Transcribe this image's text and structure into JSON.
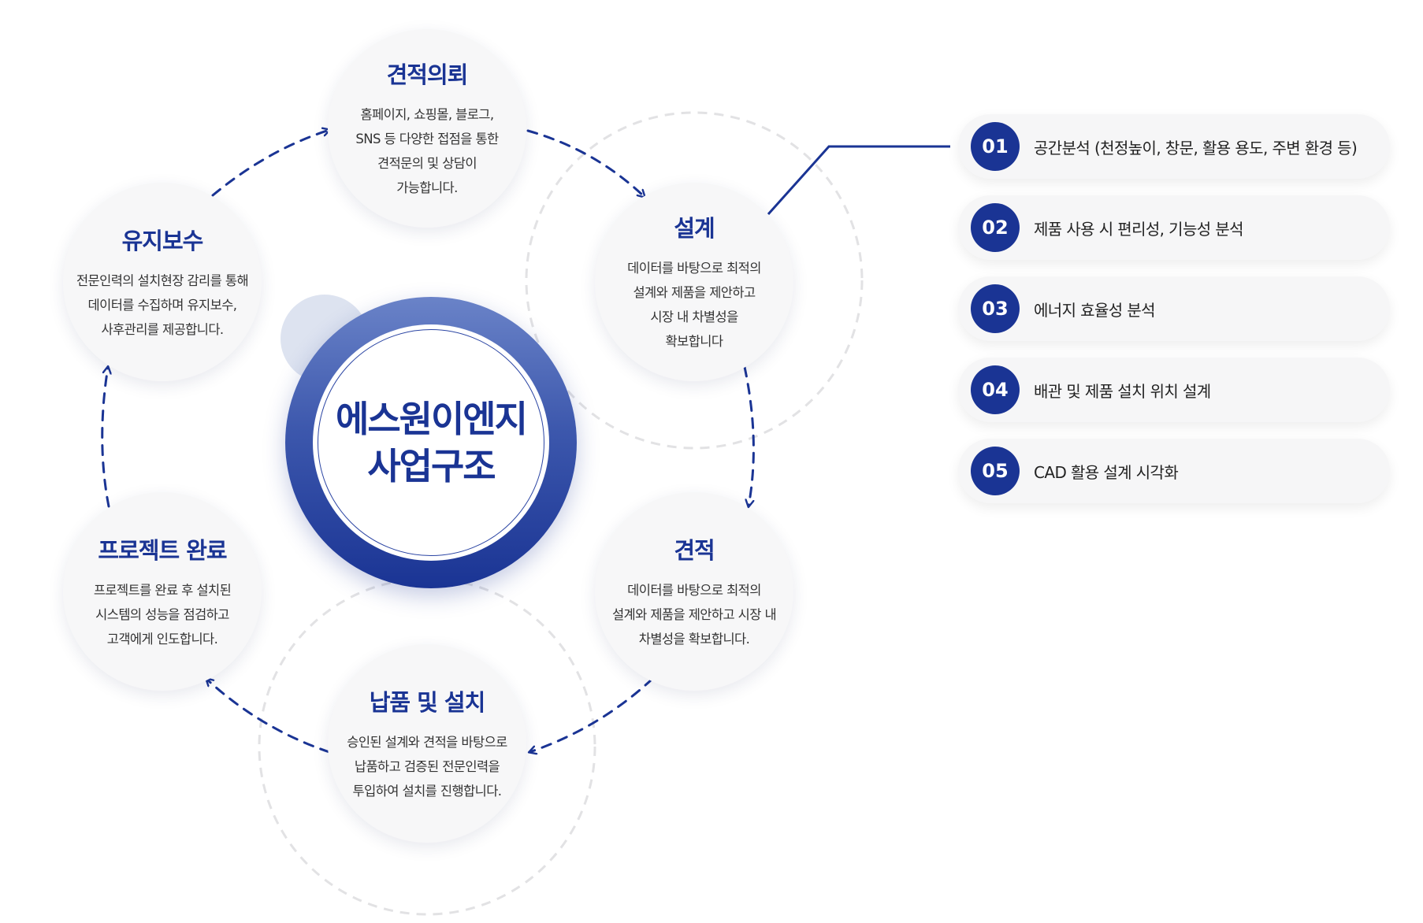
{
  "center": {
    "line1": "에스원이엔지",
    "line2": "사업구조"
  },
  "steps": [
    {
      "title": "견적의뢰",
      "lines": [
        "홈페이지, 쇼핑몰, 블로그,",
        "SNS 등 다양한 접점을 통한",
        "견적문의 및 상담이",
        "가능합니다."
      ]
    },
    {
      "title": "설계",
      "lines": [
        "데이터를 바탕으로 최적의",
        "설계와 제품을 제안하고",
        "시장 내 차별성을",
        "확보합니다"
      ]
    },
    {
      "title": "견적",
      "lines": [
        "데이터를 바탕으로 최적의",
        "설계와 제품을 제안하고 시장 내",
        "차별성을 확보합니다."
      ]
    },
    {
      "title": "납품 및 설치",
      "lines": [
        "승인된 설계와 견적을 바탕으로",
        "납품하고 검증된 전문인력을",
        "투입하여 설치를 진행합니다."
      ]
    },
    {
      "title": "프로젝트 완료",
      "lines": [
        "프로젝트를 완료 후 설치된",
        "시스템의 성능을 점검하고",
        "고객에게 인도합니다."
      ]
    },
    {
      "title": "유지보수",
      "lines": [
        "전문인력의 설치현장 감리를 통해",
        "데이터를 수집하며 유지보수,",
        "사후관리를 제공합니다."
      ]
    }
  ],
  "features": [
    {
      "num": "01",
      "text": "공간분석 (천정높이, 창문, 활용 용도, 주변 환경 등)"
    },
    {
      "num": "02",
      "text": "제품 사용 시 편리성, 기능성 분석"
    },
    {
      "num": "03",
      "text": "에너지 효율성 분석"
    },
    {
      "num": "04",
      "text": "배관 및 제품 설치 위치 설계"
    },
    {
      "num": "05",
      "text": "CAD 활용 설계 시각화"
    }
  ],
  "colors": {
    "primary": "#1a3494",
    "step_bg": "#f7f7f8",
    "dashed_guide": "#e2e2e4",
    "accent_dot": "#dde3f0"
  }
}
